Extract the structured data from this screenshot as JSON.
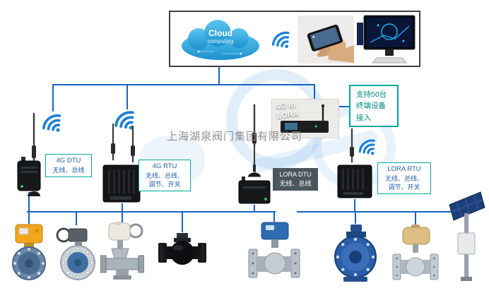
{
  "watermark": {
    "company": "上海湖泉阀门集团有限公司"
  },
  "cloud": {
    "title": "Cloud",
    "subtitle": "computing"
  },
  "gateway": {
    "line1": "4G to",
    "line2": "LORA"
  },
  "note": {
    "lines": [
      "支持50台",
      "终端设备",
      "接入"
    ]
  },
  "devices": {
    "dtu4g": {
      "title": "4G DTU",
      "desc": "无线、总线"
    },
    "rtu4g": {
      "title": "4G RTU",
      "desc1": "无线、总线、",
      "desc2": "调节、开关"
    },
    "lora_dtu": {
      "title": "LORA DTU",
      "desc": "无线、总线"
    },
    "lora_rtu": {
      "title": "LORA RTU",
      "desc1": "无线、总线、",
      "desc2": "调节、开关"
    }
  },
  "colors": {
    "connector_blue": "#1565c0",
    "label_border_teal": "#00a99d",
    "label_text_blue": "#1f5fa8",
    "note_text_teal": "#00897b",
    "cloud_blue": "#35aee4",
    "actuator_yellow": "#f2a71b",
    "actuator_blue": "#2f6bb0",
    "actuator_tan": "#dcbe84"
  },
  "product_icons": [
    "butterfly-valve-yellow-actuator",
    "butterfly-valve-handwheel-actuator",
    "gate-valve-electric-actuator",
    "ball-valve-black",
    "ball-valve-blue-actuator",
    "butterfly-valve-blue-gearbox",
    "ball-valve-tan-actuator",
    "solar-panel-pole"
  ]
}
